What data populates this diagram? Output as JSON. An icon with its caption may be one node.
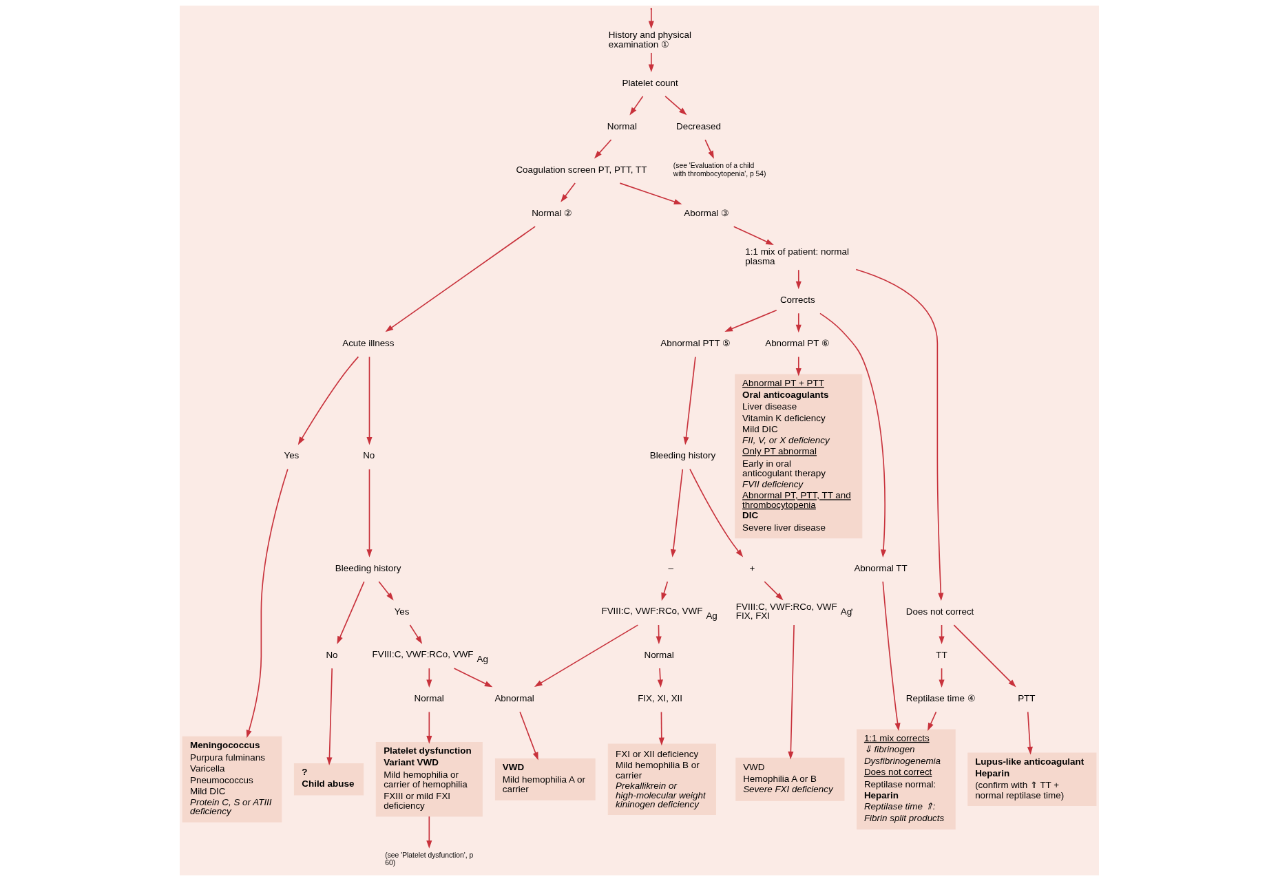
{
  "diagram": {
    "nodes": [
      {
        "text": [
          "History and physical examination ①"
        ]
      },
      {
        "text": [
          "Platelet count"
        ]
      },
      {
        "text": [
          "Normal"
        ]
      },
      {
        "text": [
          "Decreased"
        ]
      },
      {
        "text": [
          "Coagulation screen PT, PTT, TT"
        ]
      },
      {
        "text": [
          "(see 'Evaluation of a child with thrombocytopenia', p 54)"
        ]
      },
      {
        "text": [
          "Normal ②"
        ]
      },
      {
        "text": [
          "Abormal ③"
        ]
      },
      {
        "text": [
          "Acute illness"
        ]
      },
      {
        "text": [
          "1:1 mix of patient: normal plasma"
        ]
      },
      {
        "text": [
          "Yes"
        ]
      },
      {
        "text": [
          "No"
        ]
      },
      {
        "text": [
          "Corrects"
        ]
      },
      {
        "text": [
          "Does not correct"
        ]
      },
      {
        "text": [
          "Bleeding history"
        ]
      },
      {
        "text": [
          "Abnormal PTT ⑤"
        ]
      },
      {
        "text": [
          "Abnormal PT ⑥"
        ]
      },
      {
        "text": [
          "Abnormal TT"
        ]
      },
      {
        "text": [
          "TT"
        ]
      },
      {
        "text": [
          "PTT"
        ]
      },
      {
        "text": [
          "No"
        ]
      },
      {
        "text": [
          "Yes"
        ]
      },
      {
        "text": [
          "Bleeding history"
        ]
      },
      {
        "text": [
          "FVIII:C, VWF:RCo, VWF$_{Ag}$"
        ]
      },
      {
        "text": [
          "–"
        ]
      },
      {
        "text": [
          "+"
        ]
      },
      {
        "text": [
          "Normal"
        ]
      },
      {
        "text": [
          "Abnormal"
        ]
      },
      {
        "text": [
          "FVIII:C, VWF:RCo, VWF$_{Ag}$"
        ]
      },
      {
        "text": [
          "FVIII:C, VWF:RCo, VWF$_{Ag}$, FIX, FXI"
        ]
      },
      {
        "text": [
          "Reptilase time ④"
        ]
      },
      {
        "text": [
          "Normal"
        ]
      },
      {
        "text": [
          "FIX, XI, XII"
        ]
      },
      {
        "text": [
          "Abnormal PT + PTT",
          "Oral anticoagulants",
          "Liver disease",
          "Vitamin K deficiency",
          "Mild DIC",
          "FII, V, or X deficiency",
          "Only PT abnormal",
          "Early in oral anticogulant therapy",
          "FVII deficiency",
          "Abnormal PT, PTT, TT and thrombocytopenia",
          "DIC",
          "Severe liver disease"
        ]
      },
      {
        "text": [
          "Meningococcus",
          "Purpura fulminans",
          "Varicella",
          "Pneumococcus",
          "Mild DIC",
          "Protein C, S or ATIII deficiency"
        ]
      },
      {
        "text": [
          "?",
          "Child abuse"
        ]
      },
      {
        "text": [
          "Platelet dysfunction",
          "Variant VWD",
          "Mild hemophilia or carrier of hemophilia",
          "FXIII or mild FXI deficiency"
        ]
      },
      {
        "text": [
          "(see 'Platelet dysfunction', p 60)"
        ]
      },
      {
        "text": [
          "VWD",
          "Mild hemophilia A or carrier"
        ]
      },
      {
        "text": [
          "FXI or XII deficiency",
          "Mild hemophilia B or carrier",
          "Prekallikrein or high-molecular weight kininogen deficiency"
        ]
      },
      {
        "text": [
          "VWD",
          "Hemophilia A or B",
          "Severe FXI deficiency"
        ]
      },
      {
        "text": [
          "1:1 mix corrects",
          "⇓ fibrinogen",
          "Dysfibrinogenemia",
          "Does not correct",
          "Reptilase normal:",
          "Heparin",
          "Reptilase time ⇑:",
          "Fibrin split products"
        ]
      },
      {
        "text": [
          "Lupus-like anticoagulant",
          "Heparin",
          "(confirm with ⇑ TT + normal reptilase time)"
        ]
      }
    ],
    "edges": [
      {
        "from": null,
        "to": 0,
        "arrow": "to"
      },
      {
        "from": 0,
        "to": 1,
        "arrow": "to"
      },
      {
        "from": 1,
        "to": 2,
        "arrow": "to"
      },
      {
        "from": 1,
        "to": 3,
        "arrow": "to"
      },
      {
        "from": 2,
        "to": 4,
        "arrow": "to"
      },
      {
        "from": 3,
        "to": 5,
        "arrow": "to"
      },
      {
        "from": 4,
        "to": 6,
        "arrow": "to"
      },
      {
        "from": 4,
        "to": 7,
        "arrow": "to"
      },
      {
        "from": 6,
        "to": 8,
        "arrow": "to"
      },
      {
        "from": 7,
        "to": 9,
        "arrow": "to"
      },
      {
        "from": 8,
        "to": 10,
        "arrow": "to"
      },
      {
        "from": 8,
        "to": 11,
        "arrow": "to"
      },
      {
        "from": 9,
        "to": 12,
        "arrow": "to"
      },
      {
        "from": 9,
        "to": 13,
        "arrow": "to"
      },
      {
        "from": 11,
        "to": 14,
        "arrow": "to"
      },
      {
        "from": 12,
        "to": 15,
        "arrow": "to"
      },
      {
        "from": 12,
        "to": 16,
        "arrow": "to"
      },
      {
        "from": 12,
        "to": 17,
        "arrow": "to"
      },
      {
        "from": 13,
        "to": 18,
        "arrow": "to"
      },
      {
        "from": 13,
        "to": 19,
        "arrow": "to"
      },
      {
        "from": 14,
        "to": 20,
        "arrow": "to"
      },
      {
        "from": 14,
        "to": 21,
        "arrow": "to"
      },
      {
        "from": 15,
        "to": 22,
        "arrow": "to"
      },
      {
        "from": 16,
        "to": 33,
        "arrow": "to"
      },
      {
        "from": 17,
        "to": 41,
        "arrow": "to"
      },
      {
        "from": 18,
        "to": 30,
        "arrow": "to"
      },
      {
        "from": 19,
        "to": 42,
        "arrow": "to"
      },
      {
        "from": 10,
        "to": 34,
        "arrow": "to"
      },
      {
        "from": 20,
        "to": 35,
        "arrow": "to"
      },
      {
        "from": 21,
        "to": 23,
        "arrow": "to"
      },
      {
        "from": 23,
        "to": 26,
        "arrow": "to"
      },
      {
        "from": 23,
        "to": 27,
        "arrow": "to"
      },
      {
        "from": 22,
        "to": 24,
        "arrow": "to"
      },
      {
        "from": 22,
        "to": 25,
        "arrow": "to"
      },
      {
        "from": 24,
        "to": 28,
        "arrow": "to"
      },
      {
        "from": 25,
        "to": 29,
        "arrow": "to"
      },
      {
        "from": 28,
        "to": 27,
        "arrow": "to"
      },
      {
        "from": 28,
        "to": 31,
        "arrow": "to"
      },
      {
        "from": 31,
        "to": 32,
        "arrow": "to"
      },
      {
        "from": 32,
        "to": 39,
        "arrow": "to"
      },
      {
        "from": 29,
        "to": 40,
        "arrow": "to"
      },
      {
        "from": 26,
        "to": 36,
        "arrow": "to"
      },
      {
        "from": 27,
        "to": 38,
        "arrow": "to"
      },
      {
        "from": 36,
        "to": 37,
        "arrow": "to"
      },
      {
        "from": 30,
        "to": 41,
        "arrow": "to"
      }
    ]
  }
}
